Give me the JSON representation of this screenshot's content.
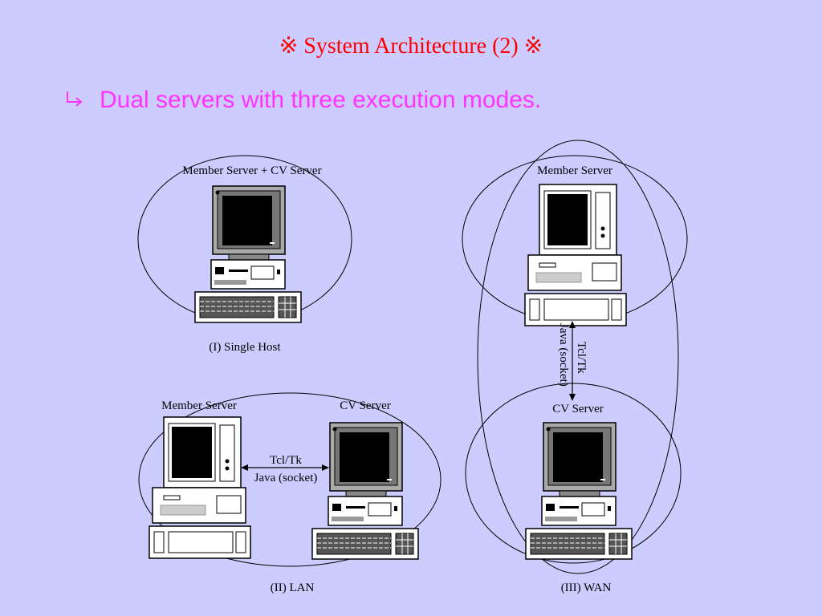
{
  "slide": {
    "title": "※ System Architecture (2) ※",
    "bullet_icon": "hooked-arrow-icon",
    "bullet_text": "Dual servers with three execution modes."
  },
  "diagram": {
    "single_host": {
      "server_label": "Member Server  +  CV Server",
      "caption": "(I) Single Host"
    },
    "lan": {
      "member_label": "Member Server",
      "cv_label": "CV Server",
      "link_line1": "Tcl/Tk",
      "link_line2": "Java (socket)",
      "caption": "(II) LAN"
    },
    "wan": {
      "member_label": "Member Server",
      "cv_label": "CV Server",
      "link_line1": "Tcl/Tk",
      "link_line2": "Java (socket)",
      "caption": "(III) WAN"
    }
  }
}
